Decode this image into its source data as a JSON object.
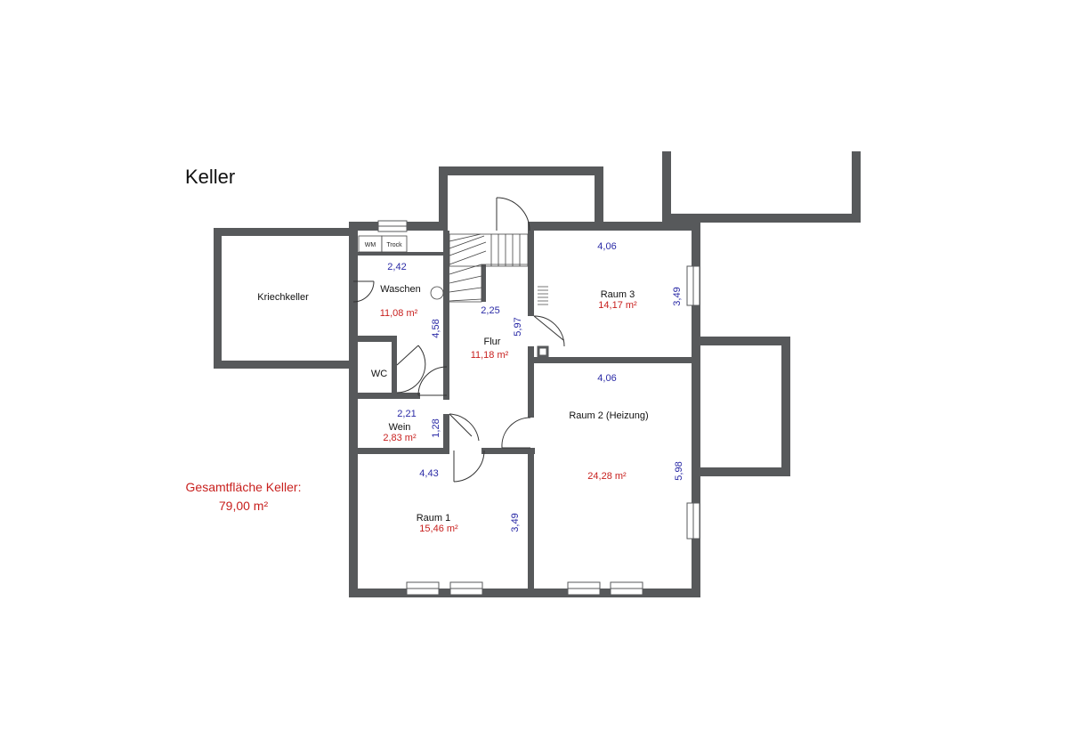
{
  "title": "Keller",
  "colors": {
    "wall": "#57595b",
    "dimension": "#2a2aa6",
    "area": "#c8201e"
  },
  "rooms": {
    "kriechkeller": {
      "name": "Kriechkeller"
    },
    "waschen": {
      "name": "Waschen",
      "area": "11,08 m²",
      "dim_w": "2,42",
      "dim_h": "4,58",
      "appliances": [
        "WM",
        "Trock"
      ]
    },
    "wc": {
      "name": "WC"
    },
    "wein": {
      "name": "Wein",
      "area": "2,83 m²",
      "dim_w": "2,21",
      "dim_h": "1,28"
    },
    "flur": {
      "name": "Flur",
      "area": "11,18 m²",
      "dim_w": "2,25",
      "dim_h": "5,97"
    },
    "raum3": {
      "name": "Raum 3",
      "area": "14,17 m²",
      "dim_w": "4,06",
      "dim_h": "3,49"
    },
    "raum2": {
      "name": "Raum 2 (Heizung)",
      "area": "24,28 m²",
      "dim_w": "4,06",
      "dim_h": "5,98"
    },
    "raum1": {
      "name": "Raum 1",
      "area": "15,46 m²",
      "dim_w": "4,43",
      "dim_h": "3,49"
    }
  },
  "total": {
    "label": "Gesamtfläche Keller:",
    "value": "79,00 m²"
  }
}
